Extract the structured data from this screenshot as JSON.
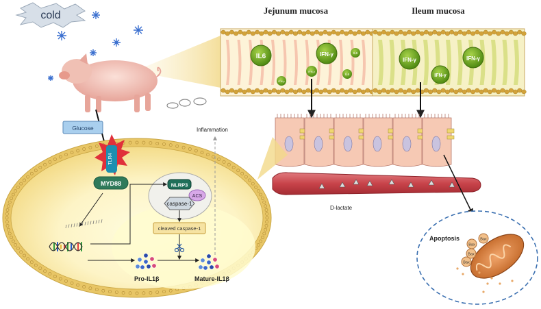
{
  "cold": "cold",
  "sections": {
    "jejunum": "Jejunum mucosa",
    "ileum": "Ileum mucosa"
  },
  "cytokines": {
    "il6": "IL6",
    "ifng": "IFN-γ",
    "il6_small": "IL6",
    "ifng_small": "IFN-γ",
    "il6_small2": "IL6"
  },
  "cell": {
    "glucose": "Glucose",
    "tlr4": "TLR4",
    "myd88": "MYD88",
    "nlrp3": "NLRP3",
    "acs": "ACS",
    "caspase1": "caspase-1",
    "cleaved": "cleaved caspase-1",
    "pro_il1b": "Pro-IL1β",
    "mature_il1b": "Mature-IL1β",
    "inflammation": "Inflammation"
  },
  "vessel": {
    "dlactate": "D-lactate"
  },
  "apoptosis": {
    "title": "Apoptosis",
    "bax": "Bax"
  },
  "colors": {
    "cell_outer": "#e9c766",
    "cell_fill": "#fbf0bf",
    "cytokine": "#6aa220",
    "vessel": "#c8434a",
    "tlr4_star": "#e0303a",
    "myd88": "#2f7a5a",
    "nlrp3": "#1f6f5a",
    "acs": "#d8a8e8",
    "mito": "#d07a3e",
    "dashed": "#3a6fb0"
  }
}
